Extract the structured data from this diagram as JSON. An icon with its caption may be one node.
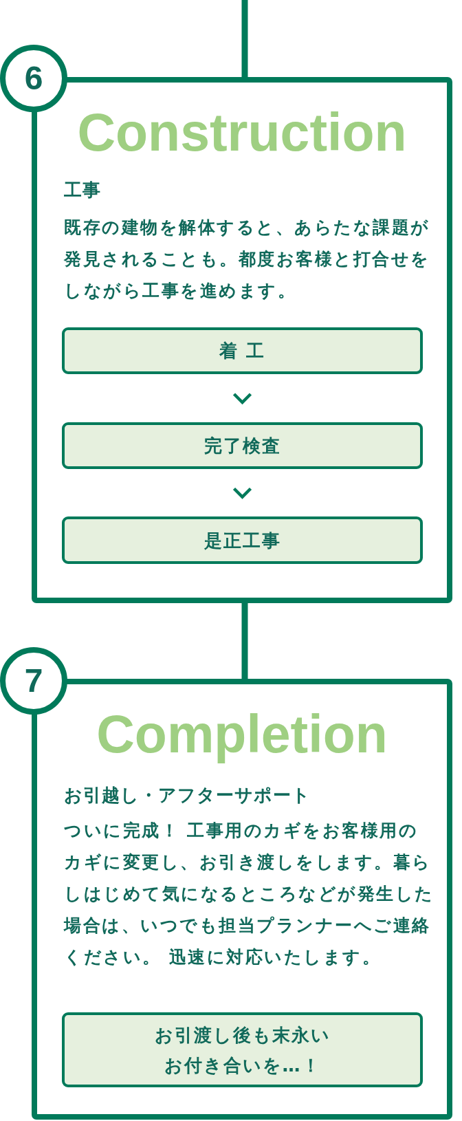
{
  "diagram": {
    "nodes": [
      {
        "text": [
          "6"
        ]
      },
      {
        "text": [
          "Construction",
          "工事",
          "既存の建物を解体すると、あらたな課題が発見されることも。都度お客様と打合せをしながら工事を進めます。"
        ]
      },
      {
        "text": [
          "着 工"
        ],
        "in": 1
      },
      {
        "text": [
          "完了検査"
        ],
        "in": 1
      },
      {
        "text": [
          "是正工事"
        ],
        "in": 1
      },
      {
        "text": [
          "7"
        ]
      },
      {
        "text": [
          "Completion",
          "お引越し・アフターサポート",
          "ついに完成！ 工事用のカギをお客様用のカギに変更し、お引き渡しをします。暮らしはじめて気になるところなどが発生した場合は、いつでも担当プランナーへご連絡ください。 迅速に対応いたします。"
        ]
      },
      {
        "text": [
          "お引渡し後も末永いお付き合いを…！"
        ],
        "in": 6
      }
    ],
    "edges": [
      {
        "from": null,
        "to": 1,
        "arrow": "none",
        "style": "thick"
      },
      {
        "from": 1,
        "to": 6,
        "arrow": "none",
        "style": "thick"
      },
      {
        "from": 2,
        "to": 3,
        "arrow": "to"
      },
      {
        "from": 3,
        "to": 4,
        "arrow": "to"
      }
    ]
  }
}
